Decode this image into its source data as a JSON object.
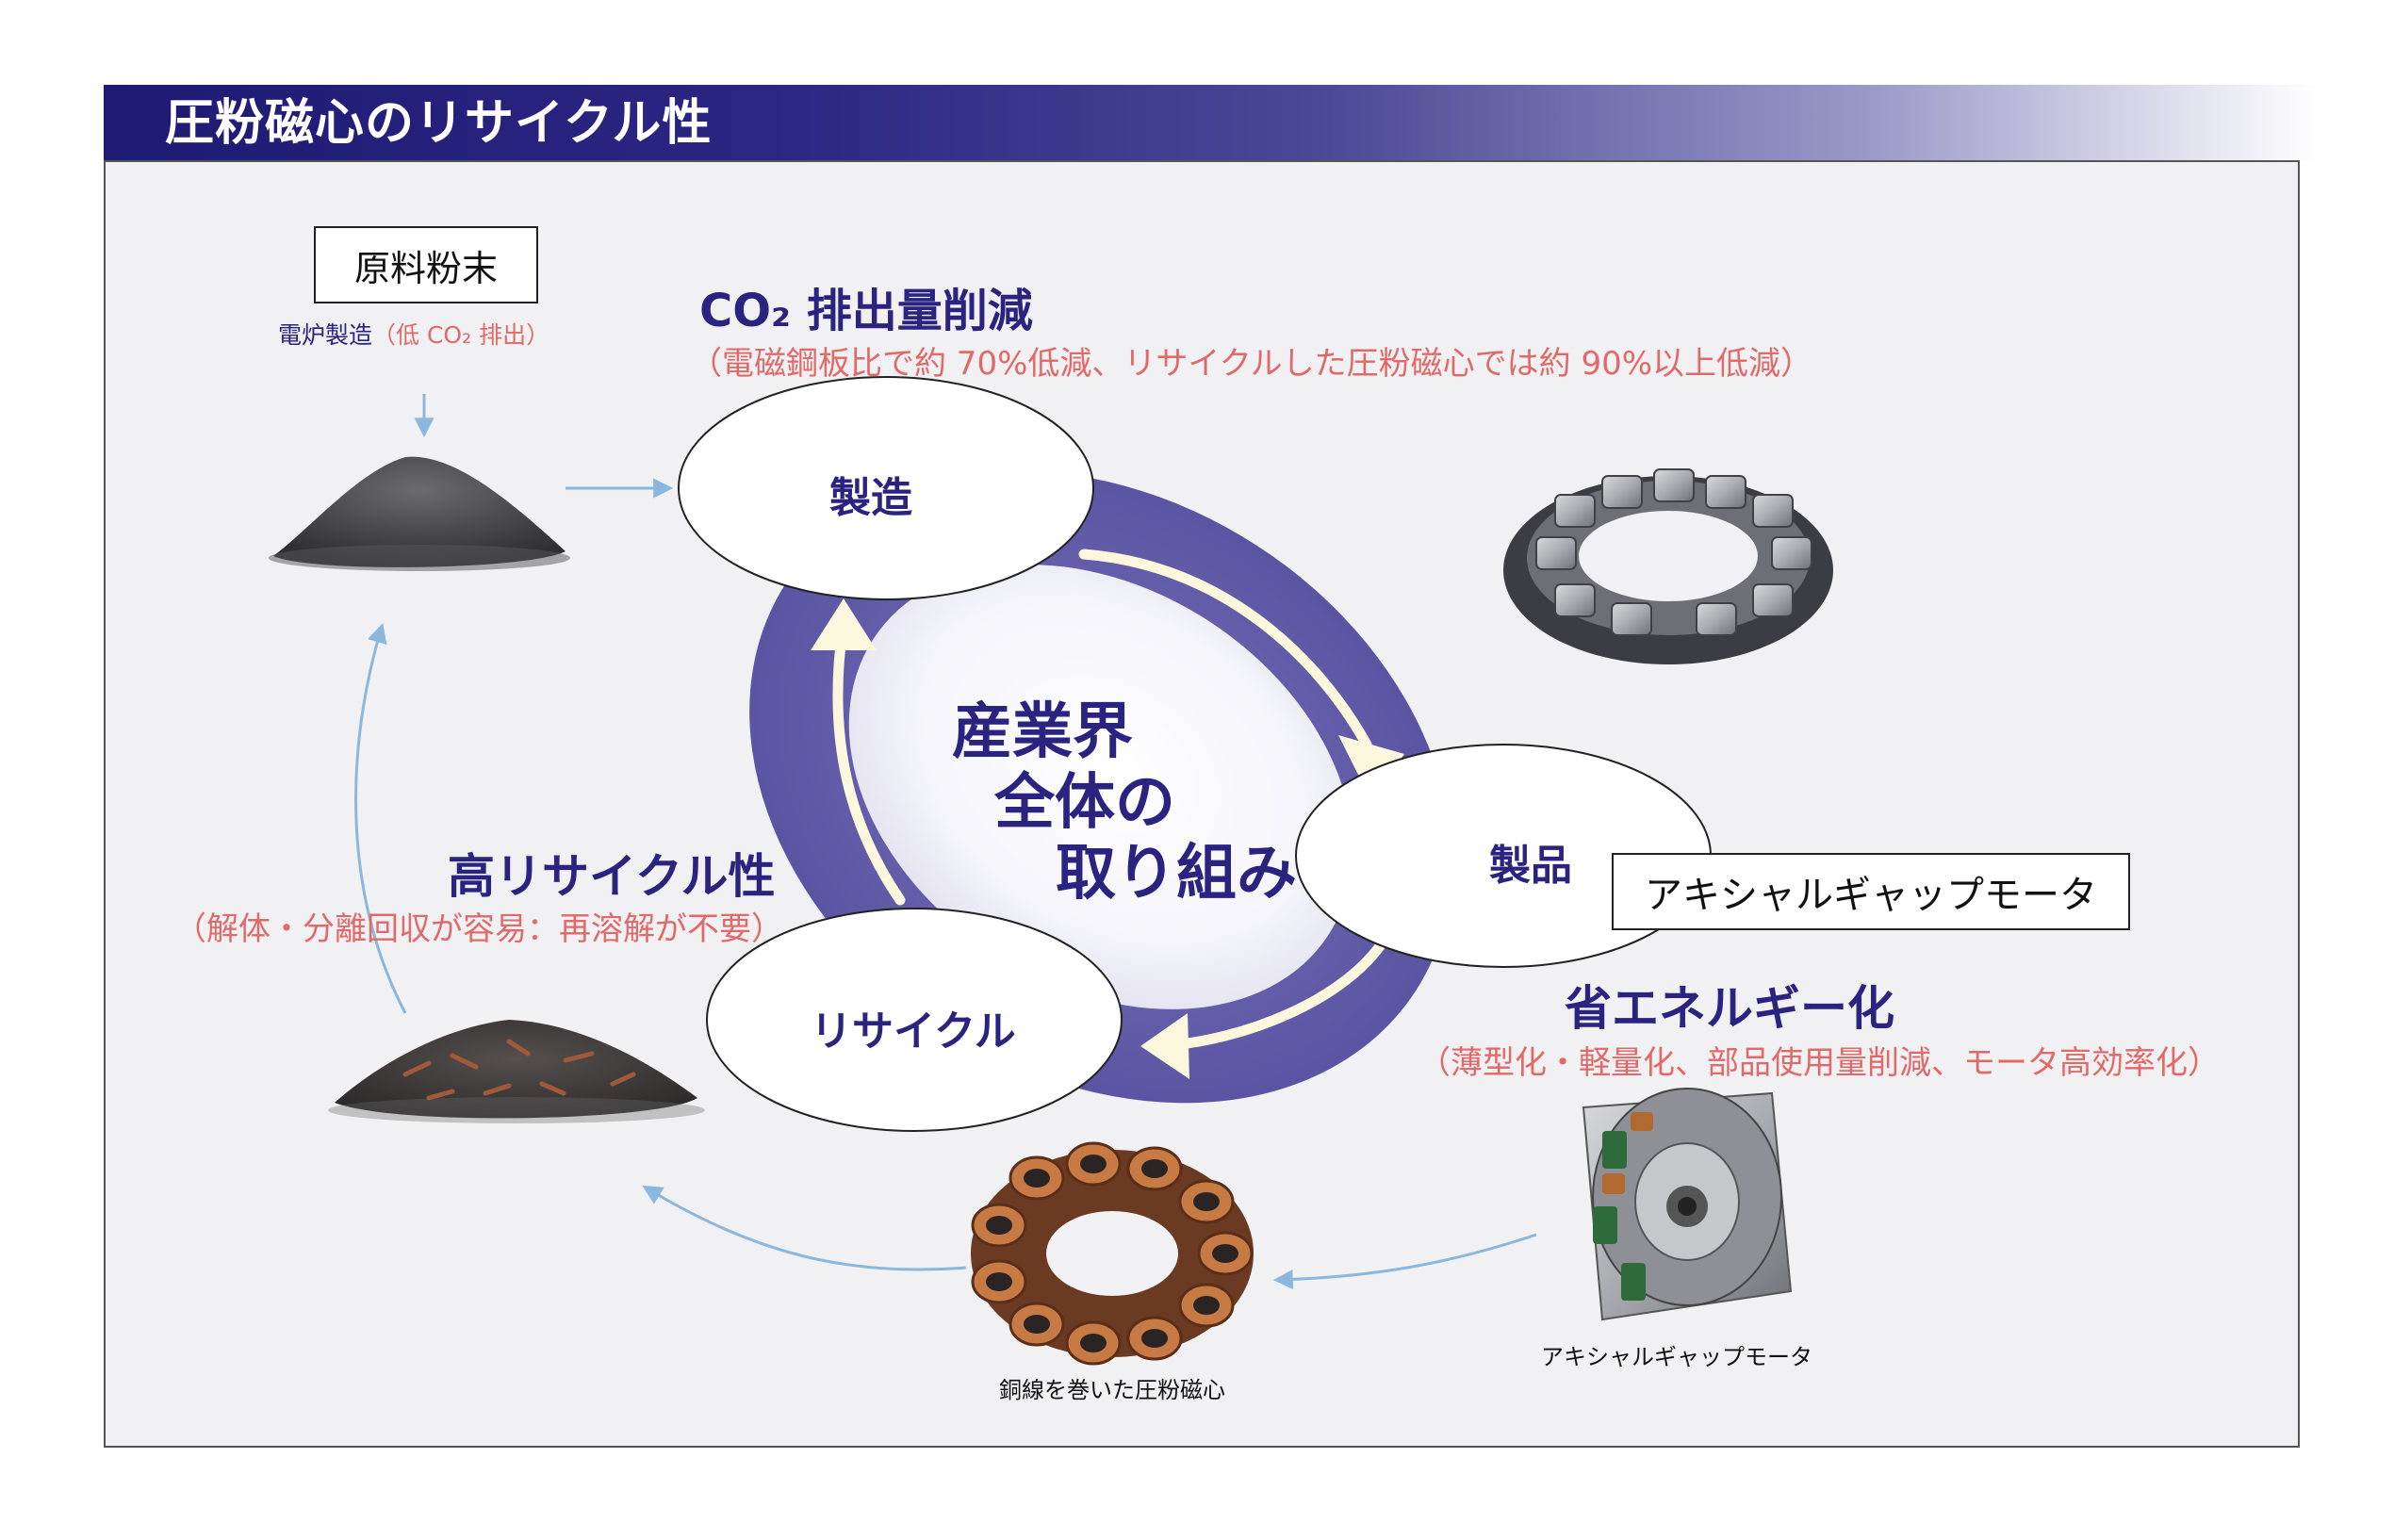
{
  "title": "圧粉磁心のリサイクル性",
  "raw_material": {
    "label": "原料粉末",
    "furnace": "電炉製造",
    "furnace_note": "（低 CO₂ 排出）"
  },
  "co2": {
    "heading": "CO₂ 排出量削減",
    "detail": "（電磁鋼板比で約 70%低減、リサイクルした圧粉磁心では約 90%以上低減）"
  },
  "cycle": {
    "center_line1": "産業界",
    "center_line2": "全体の",
    "center_line3": "取り組み",
    "node_manufacture": "製造",
    "node_product": "製品",
    "node_recycle": "リサイクル"
  },
  "product_box": "アキシャルギャップモータ",
  "energy": {
    "heading": "省エネルギー化",
    "detail": "（薄型化・軽量化、部品使用量削減、モータ高効率化）"
  },
  "recycle": {
    "heading": "高リサイクル性",
    "detail": "（解体・分離回収が容易：再溶解が不要）"
  },
  "captions": {
    "coil": "銅線を巻いた圧粉磁心",
    "motor": "アキシャルギャップモータ"
  },
  "colors": {
    "navy": "#2a2380",
    "salmon": "#e06a6a",
    "ring": "#6a63ad",
    "arrow_blue": "#8ab7de"
  }
}
